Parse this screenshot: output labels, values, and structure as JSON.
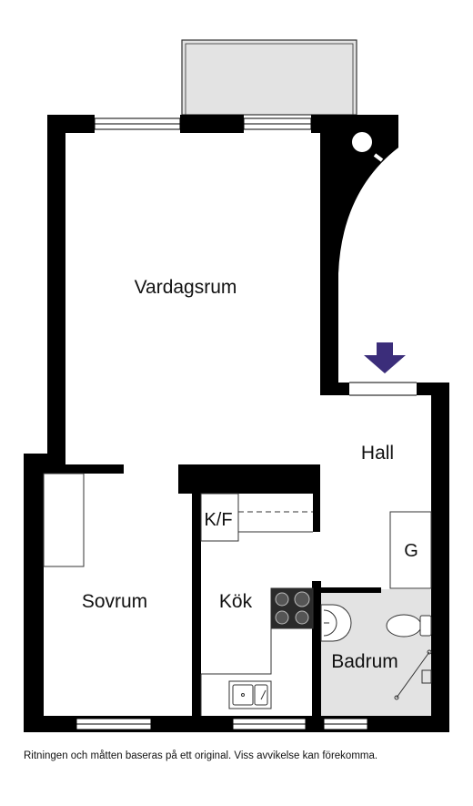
{
  "rooms": {
    "vardagsrum": "Vardagsrum",
    "hall": "Hall",
    "sovrum": "Sovrum",
    "kok": "Kök",
    "badrum": "Badrum",
    "kf": "K/F",
    "garderob": "G"
  },
  "disclaimer": "Ritningen och måtten baseras på ett original. Viss avvikelse kan förekomma.",
  "colors": {
    "wall": "#000000",
    "entrance_arrow": "#3b2d7a",
    "bathroom_floor": "#e3e3e3",
    "balcony": "#e3e3e3",
    "stove": "#2a2a2a"
  }
}
